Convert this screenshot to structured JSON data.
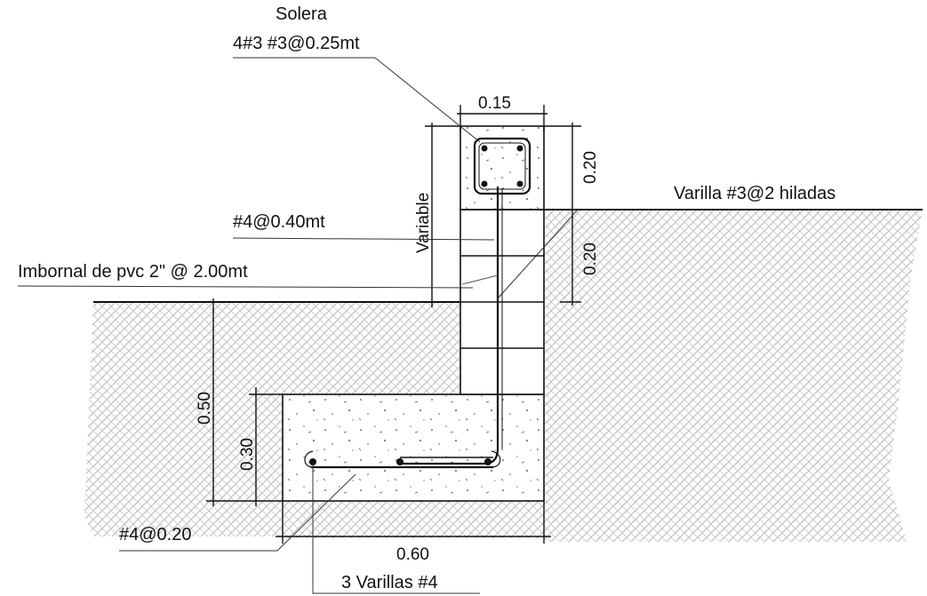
{
  "labels": {
    "solera_title": "Solera",
    "solera_spec": "4#3 #3@0.25mt",
    "varilla_hiladas": "Varilla #3@2 hiladas",
    "vertical_rebar": "#4@0.40mt",
    "imbornal": "Imbornal de pvc 2\" @ 2.00mt",
    "variable": "Variable",
    "footing_rebar": "#4@0.20",
    "tres_varillas": "3 Varillas #4"
  },
  "dimensions": {
    "solera_width": "0.15",
    "solera_height": "0.20",
    "wall_above_ground": "0.20",
    "depth_total": "0.50",
    "footing_height": "0.30",
    "footing_width": "0.60"
  },
  "colors": {
    "line": "#111111",
    "hatch": "#b5b5b5",
    "concrete_dot": "#777777"
  }
}
